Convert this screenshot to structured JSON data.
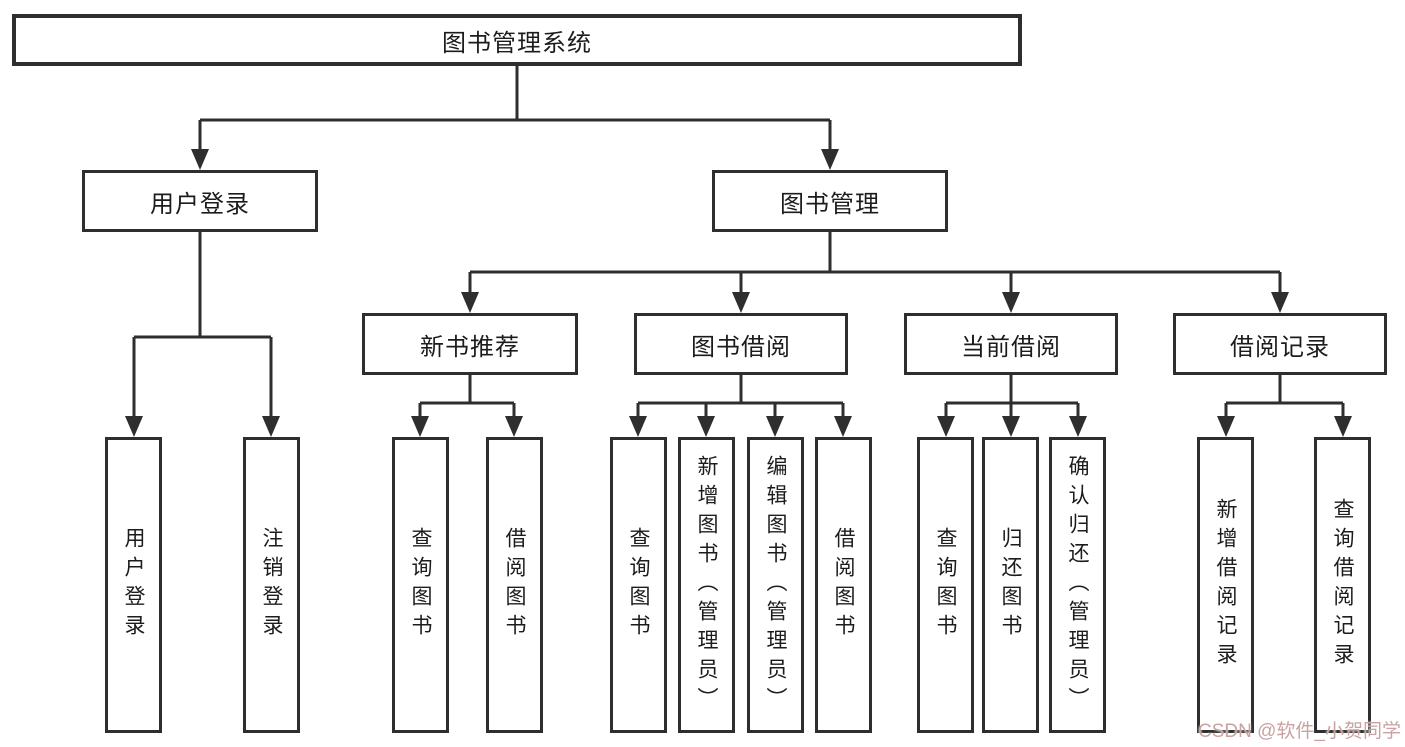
{
  "diagram": {
    "title": "图书管理系统",
    "branches": [
      {
        "label": "用户登录",
        "children": [
          {
            "label": "用户登录"
          },
          {
            "label": "注销登录"
          }
        ]
      },
      {
        "label": "图书管理",
        "groups": [
          {
            "label": "新书推荐",
            "children": [
              {
                "label": "查询图书"
              },
              {
                "label": "借阅图书"
              }
            ]
          },
          {
            "label": "图书借阅",
            "children": [
              {
                "label": "查询图书"
              },
              {
                "label": "新增图书（管理员）"
              },
              {
                "label": "编辑图书（管理员）"
              },
              {
                "label": "借阅图书"
              }
            ]
          },
          {
            "label": "当前借阅",
            "children": [
              {
                "label": "查询图书"
              },
              {
                "label": "归还图书"
              },
              {
                "label": "确认归还（管理员）"
              }
            ]
          },
          {
            "label": "借阅记录",
            "children": [
              {
                "label": "新增借阅记录"
              },
              {
                "label": "查询借阅记录"
              }
            ]
          }
        ]
      }
    ],
    "watermark": "CSDN @软件_小贺同学"
  },
  "colors": {
    "border": "#2e2e2e",
    "line": "#2e2e2e",
    "text": "#1c1c1c",
    "background": "#ffffff",
    "watermark": "#c9a2a2"
  }
}
